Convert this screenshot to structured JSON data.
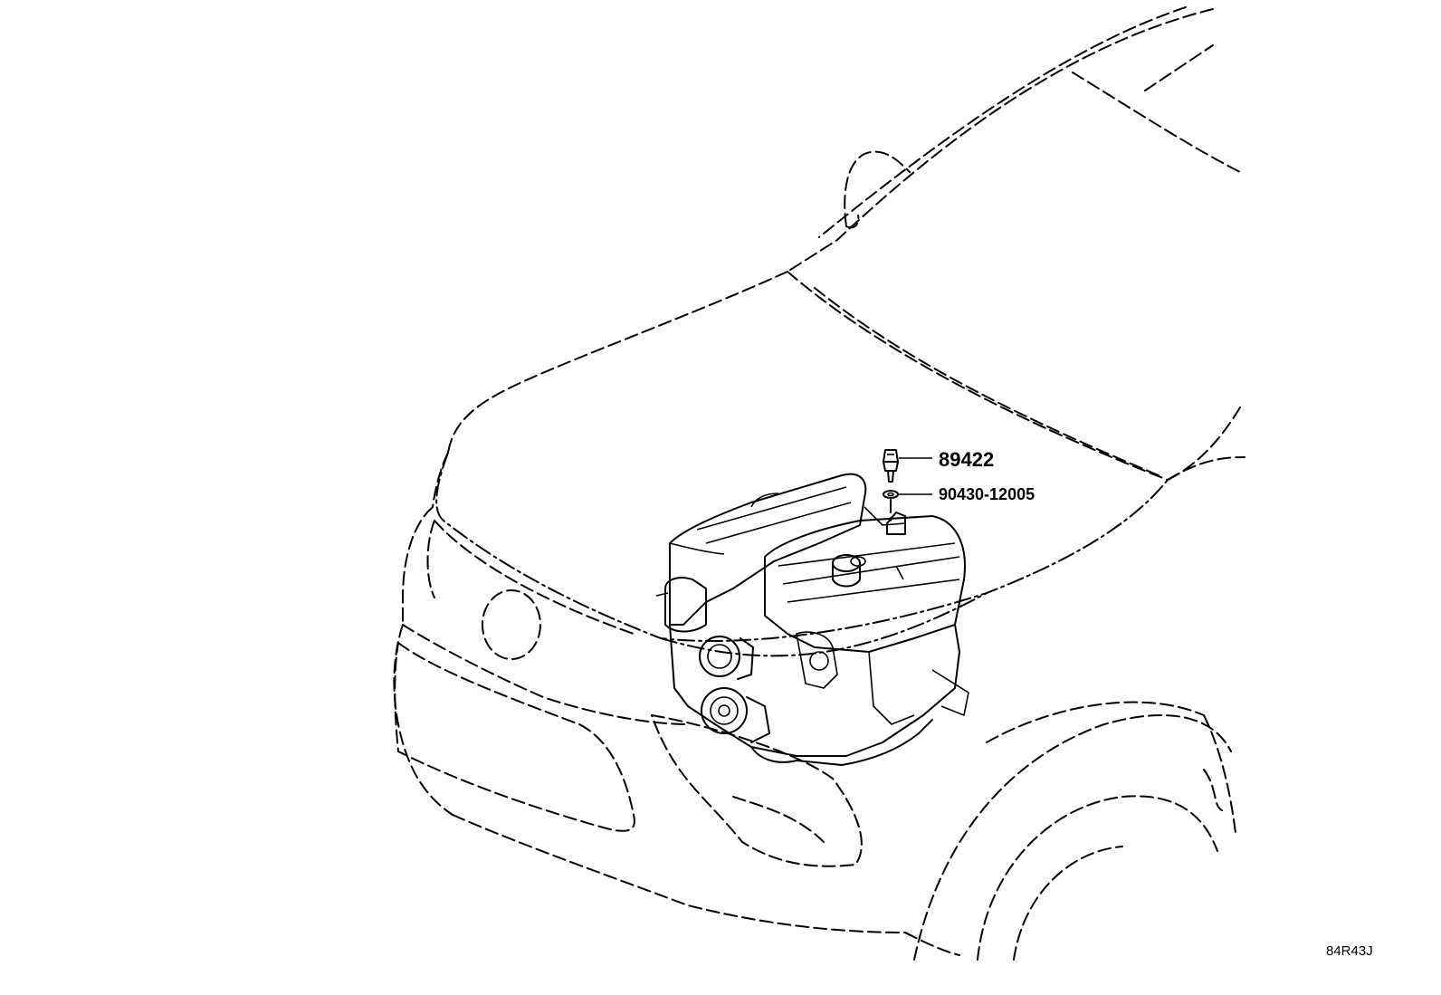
{
  "diagram": {
    "parts": [
      {
        "id": "89422"
      },
      {
        "id": "90430-12005"
      }
    ],
    "diagram_code": "84R43J"
  }
}
